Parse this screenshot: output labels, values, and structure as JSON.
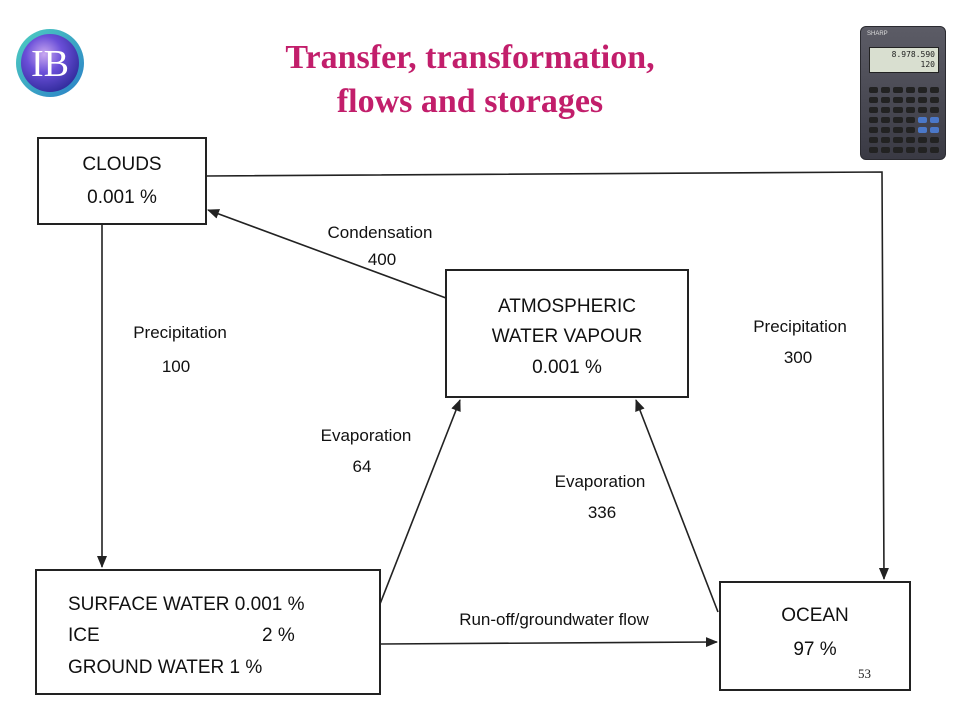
{
  "logo": {
    "text": "IB"
  },
  "title": {
    "line1": "Transfer, transformation,",
    "line2": "flows and storages"
  },
  "calculator": {
    "brand": "SHARP",
    "display_line1": "8.978.590",
    "display_line2": "120"
  },
  "diagram": {
    "stores": {
      "clouds": {
        "name": "CLOUDS",
        "value": "0.001 %"
      },
      "atmospheric": {
        "line1": "ATMOSPHERIC",
        "line2": "WATER VAPOUR",
        "value": "0.001 %"
      },
      "surface": {
        "line1": "SURFACE WATER 0.001 %",
        "line2_label": "ICE",
        "line2_value": "2 %",
        "line3": "GROUND WATER 1 %"
      },
      "ocean": {
        "name": "OCEAN",
        "value": "97 %"
      }
    },
    "flows": {
      "condensation": {
        "label": "Condensation",
        "value": "400"
      },
      "precipitation_land": {
        "label": "Precipitation",
        "value": "100"
      },
      "precipitation_ocean": {
        "label": "Precipitation",
        "value": "300"
      },
      "evaporation_land": {
        "label": "Evaporation",
        "value": "64"
      },
      "evaporation_ocean": {
        "label": "Evaporation",
        "value": "336"
      },
      "runoff": {
        "label": "Run-off/groundwater flow"
      }
    }
  },
  "page_number": "53"
}
